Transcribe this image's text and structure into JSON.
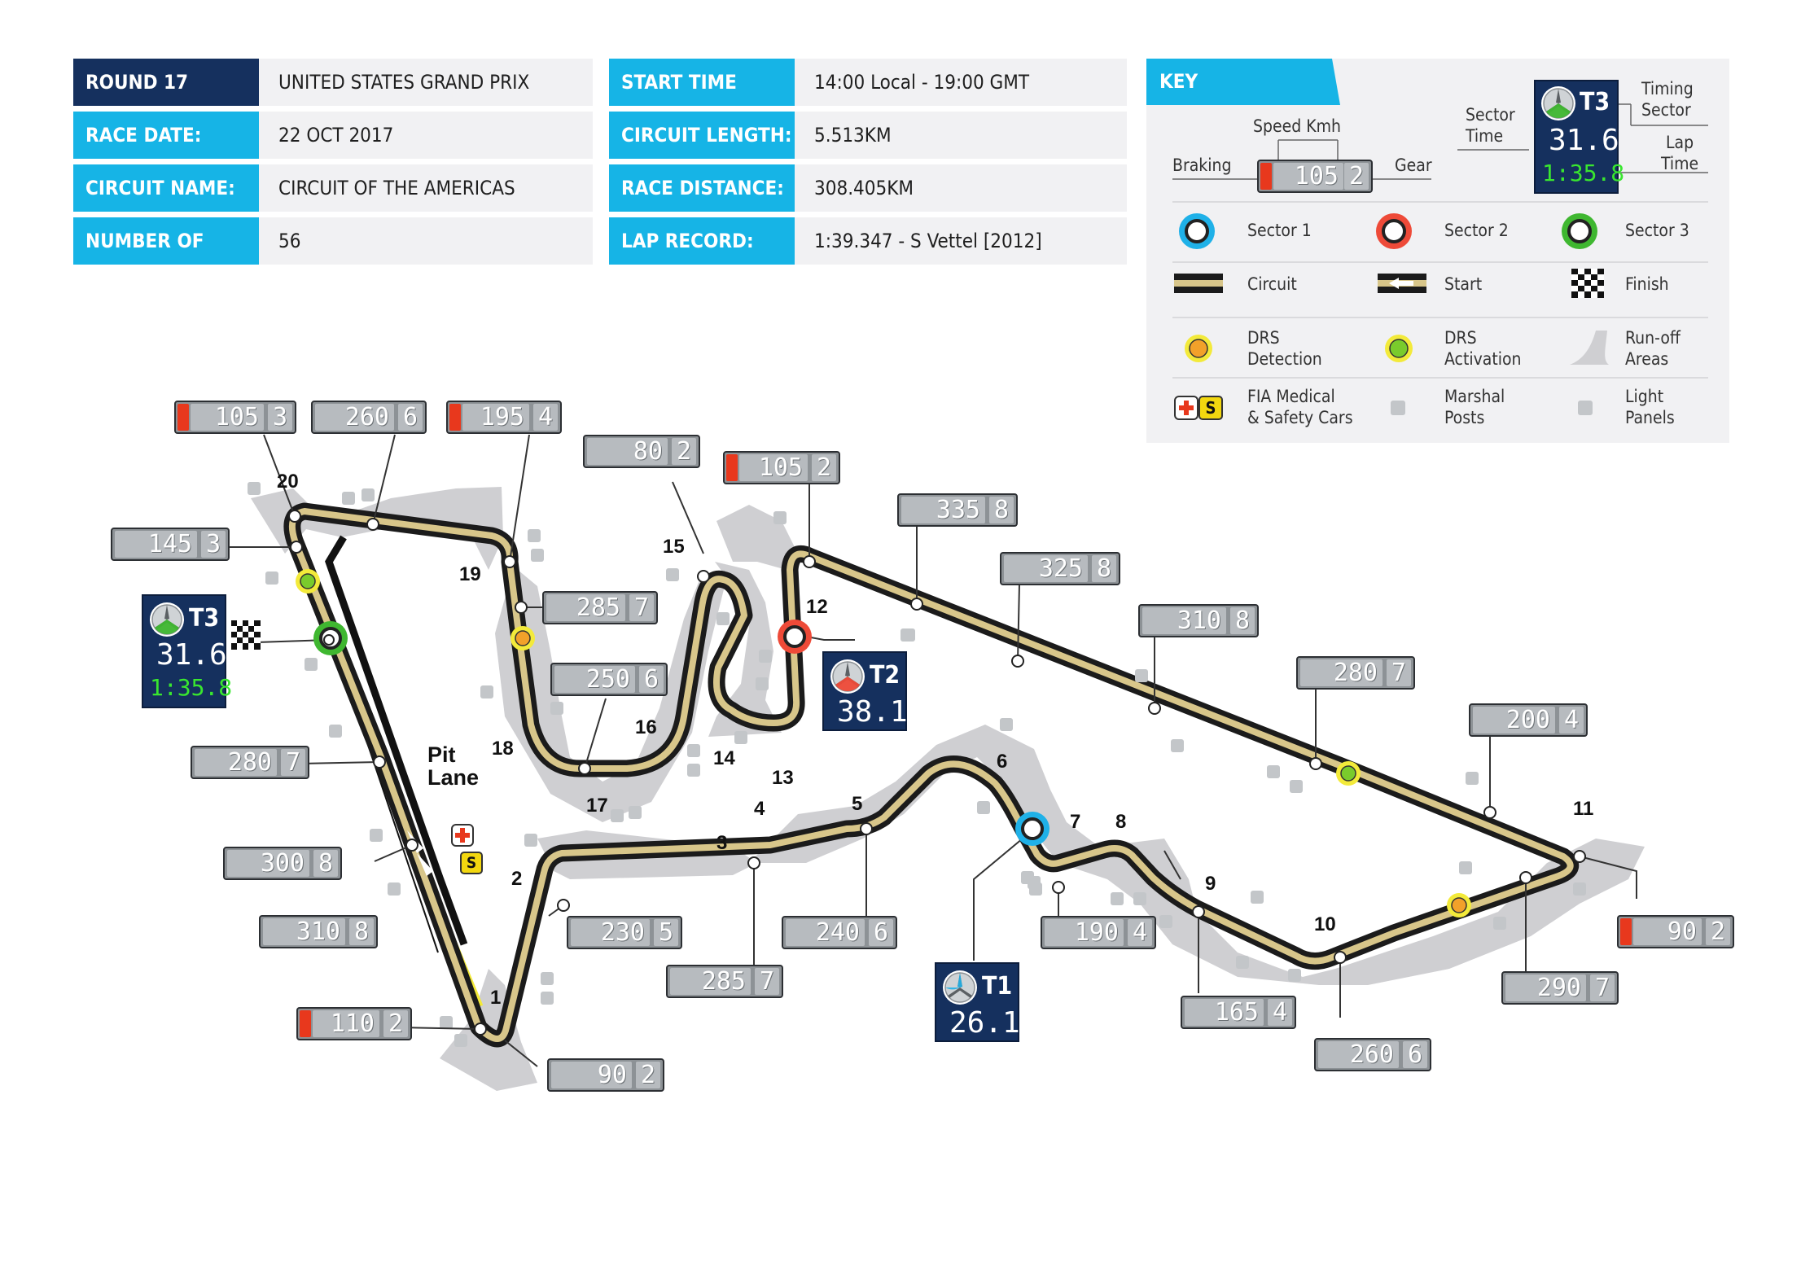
{
  "info": {
    "round_label": "ROUND 17",
    "round_value": "UNITED STATES GRAND PRIX",
    "race_date_label": "RACE DATE:",
    "race_date_value": "22 OCT 2017",
    "circuit_name_label": "CIRCUIT NAME:",
    "circuit_name_value": "CIRCUIT OF THE AMERICAS",
    "laps_label": "NUMBER OF LAPS:",
    "laps_value": "56",
    "start_time_label": "START TIME",
    "start_time_value": "14:00 Local - 19:00 GMT",
    "circuit_length_label": "CIRCUIT LENGTH:",
    "circuit_length_value": "5.513KM",
    "race_distance_label": "RACE DISTANCE:",
    "race_distance_value": "308.405KM",
    "lap_record_label": "LAP RECORD:",
    "lap_record_value": "1:39.347 - S Vettel [2012]"
  },
  "key": {
    "title": "KEY",
    "speed_kmh": "Speed Kmh",
    "braking": "Braking",
    "gear": "Gear",
    "sample_speed": "105",
    "sample_gear": "2",
    "sector_time": "Sector\nTime",
    "timing_sector": "Timing\nSector",
    "lap_time": "Lap\nTime",
    "sample_sector": "T3",
    "sample_sector_time": "31.6",
    "sample_lap_time": "1:35.8",
    "sector1": "Sector 1",
    "sector2": "Sector 2",
    "sector3": "Sector 3",
    "circuit": "Circuit",
    "start": "Start",
    "finish": "Finish",
    "drs_detection": "DRS\nDetection",
    "drs_activation": "DRS\nActivation",
    "runoff": "Run-off\nAreas",
    "medical": "FIA Medical\n& Safety Cars",
    "marshal": "Marshal\nPosts",
    "light_panels": "Light\nPanels",
    "medical_badge": "S"
  },
  "colors": {
    "label_blue": "#16b4e6",
    "label_navy": "#15305e",
    "sector1": "#1fb1e8",
    "sector2": "#ee4a38",
    "sector3": "#3fb730",
    "drs_detection": "#f2a12a",
    "drs_activation": "#7acb2c",
    "drs_line": "#f3ea3a",
    "runoff": "#cfcfd2",
    "track_gold": "#d8c68a",
    "braking_red": "#e8381d"
  },
  "map": {
    "pit_lane": "Pit\nLane",
    "corners": [
      "1",
      "2",
      "3",
      "4",
      "5",
      "6",
      "7",
      "8",
      "9",
      "10",
      "11",
      "12",
      "13",
      "14",
      "15",
      "16",
      "17",
      "18",
      "19",
      "20"
    ],
    "timing": [
      {
        "id": "T1",
        "time": "26.1",
        "lap": ""
      },
      {
        "id": "T2",
        "time": "38.1",
        "lap": ""
      },
      {
        "id": "T3",
        "time": "31.6",
        "lap": "1:35.8"
      }
    ],
    "medical_badge": "S",
    "speeds": [
      {
        "speed": "105",
        "gear": "3",
        "braking": true
      },
      {
        "speed": "260",
        "gear": "6",
        "braking": false
      },
      {
        "speed": "195",
        "gear": "4",
        "braking": true
      },
      {
        "speed": "80",
        "gear": "2",
        "braking": false
      },
      {
        "speed": "105",
        "gear": "2",
        "braking": true
      },
      {
        "speed": "335",
        "gear": "8",
        "braking": false
      },
      {
        "speed": "145",
        "gear": "3",
        "braking": false
      },
      {
        "speed": "285",
        "gear": "7",
        "braking": false
      },
      {
        "speed": "325",
        "gear": "8",
        "braking": false
      },
      {
        "speed": "310",
        "gear": "8",
        "braking": false
      },
      {
        "speed": "250",
        "gear": "6",
        "braking": false
      },
      {
        "speed": "280",
        "gear": "7",
        "braking": false
      },
      {
        "speed": "200",
        "gear": "4",
        "braking": false
      },
      {
        "speed": "280",
        "gear": "7",
        "braking": false
      },
      {
        "speed": "300",
        "gear": "8",
        "braking": false
      },
      {
        "speed": "230",
        "gear": "5",
        "braking": false
      },
      {
        "speed": "240",
        "gear": "6",
        "braking": false
      },
      {
        "speed": "190",
        "gear": "4",
        "braking": false
      },
      {
        "speed": "90",
        "gear": "2",
        "braking": true
      },
      {
        "speed": "310",
        "gear": "8",
        "braking": false
      },
      {
        "speed": "285",
        "gear": "7",
        "braking": false
      },
      {
        "speed": "110",
        "gear": "2",
        "braking": true
      },
      {
        "speed": "165",
        "gear": "4",
        "braking": false
      },
      {
        "speed": "290",
        "gear": "7",
        "braking": false
      },
      {
        "speed": "260",
        "gear": "6",
        "braking": false
      },
      {
        "speed": "90",
        "gear": "2",
        "braking": false
      }
    ]
  }
}
